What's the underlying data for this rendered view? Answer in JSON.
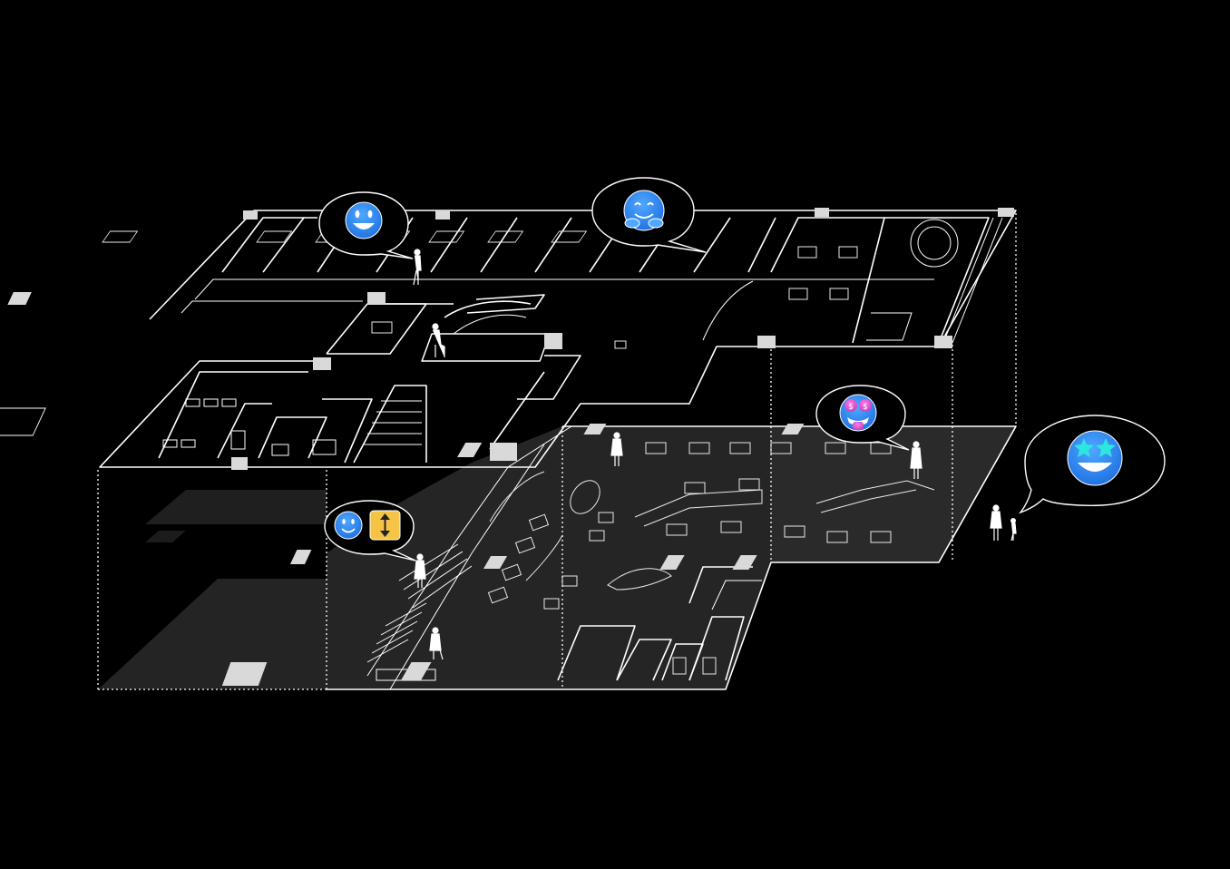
{
  "colors": {
    "background": "#000000",
    "linework": "#ffffff",
    "floor_fill": "#252525",
    "shadow_fill": "#1f1f1f",
    "column_fill": "#d9d9d9",
    "emoji_blue": "#1e7cf2",
    "emoji_blue_light": "#4fa8ff",
    "emoji_pink": "#e04fd6",
    "emoji_cyan": "#2ee6e0",
    "sign_yellow": "#f6c445"
  },
  "bubbles": [
    {
      "id": "upper-left",
      "icons": [
        "grinning-face-icon"
      ]
    },
    {
      "id": "upper-center",
      "icons": [
        "hugging-face-icon"
      ]
    },
    {
      "id": "lower-right",
      "icons": [
        "money-mouth-face-icon"
      ]
    },
    {
      "id": "entrance",
      "icons": [
        "star-struck-face-icon"
      ]
    },
    {
      "id": "stair",
      "icons": [
        "slightly-smiling-face-icon",
        "up-down-arrow-icon"
      ]
    }
  ]
}
